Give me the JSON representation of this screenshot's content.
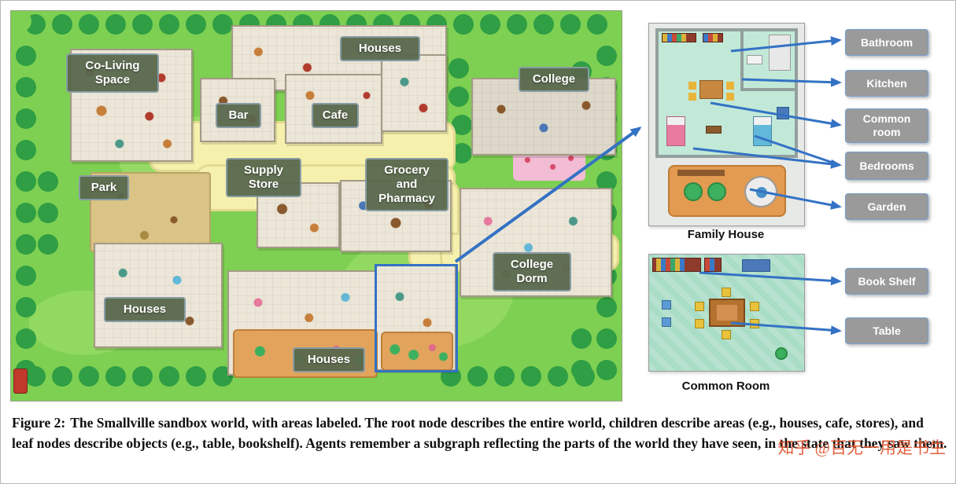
{
  "figure": {
    "caption_label": "Figure 2:",
    "caption_text": "The Smallville sandbox world, with areas labeled. The root node describes the entire world, children describe areas (e.g., houses, cafe, stores), and leaf nodes describe objects (e.g., table, bookshelf). Agents remember a subgraph reflecting the parts of the world they have seen, in the state that they saw them."
  },
  "map": {
    "labels": {
      "co_living": "Co-Living Space",
      "houses_top": "Houses",
      "bar": "Bar",
      "cafe": "Cafe",
      "college": "College",
      "supply_store": "Supply Store",
      "grocery_pharmacy": "Grocery and Pharmacy",
      "park": "Park",
      "college_dorm": "College Dorm",
      "houses_left": "Houses",
      "houses_bottom": "Houses"
    }
  },
  "insets": {
    "family_house": {
      "caption": "Family House"
    },
    "common_room": {
      "caption": "Common Room"
    }
  },
  "callouts": {
    "bathroom": "Bathroom",
    "kitchen": "Kitchen",
    "common_room": "Common room",
    "bedrooms": "Bedrooms",
    "garden": "Garden",
    "book_shelf": "Book Shelf",
    "table": "Table"
  },
  "watermark": "知乎 @百无一用是书生",
  "colors": {
    "grass": "#7ed052",
    "tree": "#2f9e44",
    "road": "#f6f0ad",
    "map_label_bg": "#58684d",
    "callout_bg": "#9a9a9a",
    "arrow_blue": "#3372c4",
    "highlight_blue": "#3372c4",
    "watermark_red": "#e1552f"
  }
}
